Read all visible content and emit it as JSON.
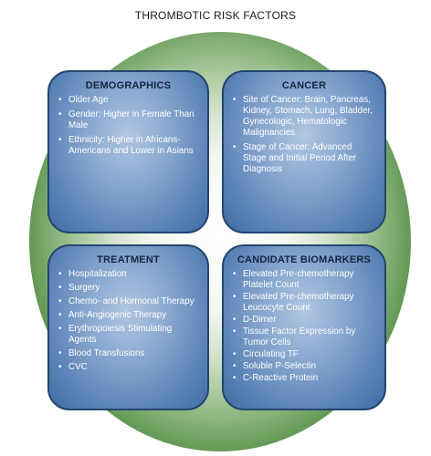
{
  "title": "THROMBOTIC RISK FACTORS",
  "quadrants": {
    "demographics": {
      "heading": "DEMOGRAPHICS",
      "items": [
        "Older Age",
        "Gender: Higher in Female Than Male",
        "Ethnicity: Higher in Africans-Americans and Lower in Asians"
      ]
    },
    "cancer": {
      "heading": "CANCER",
      "items": [
        "Site of Cancer: Brain, Pancreas, Kidney, Stomach, Lung, Bladder, Gynecologic, Hematologic Malignancies",
        "Stage of Cancer: Advanced Stage and Initial Period After Diagnosis"
      ]
    },
    "treatment": {
      "heading": "TREATMENT",
      "items": [
        "Hospitalization",
        "Surgery",
        "Chemo- and Hormonal Therapy",
        "Anti-Angiogenic Therapy",
        "Erythropoiesis Stimulating Agents",
        "Blood Transfusions",
        "CVC"
      ]
    },
    "biomarkers": {
      "heading": "CANDIDATE BIOMARKERS",
      "items": [
        "Elevated Pre-chemotherapy Platelet Count",
        "Elevated Pre-chemotherapy Leucocyte Count",
        "D-Dimer",
        "Tissue Factor Expression by Tumor Cells",
        "Circulating TF",
        "Soluble P-Selectin",
        "C-Reactive Protein"
      ]
    }
  }
}
